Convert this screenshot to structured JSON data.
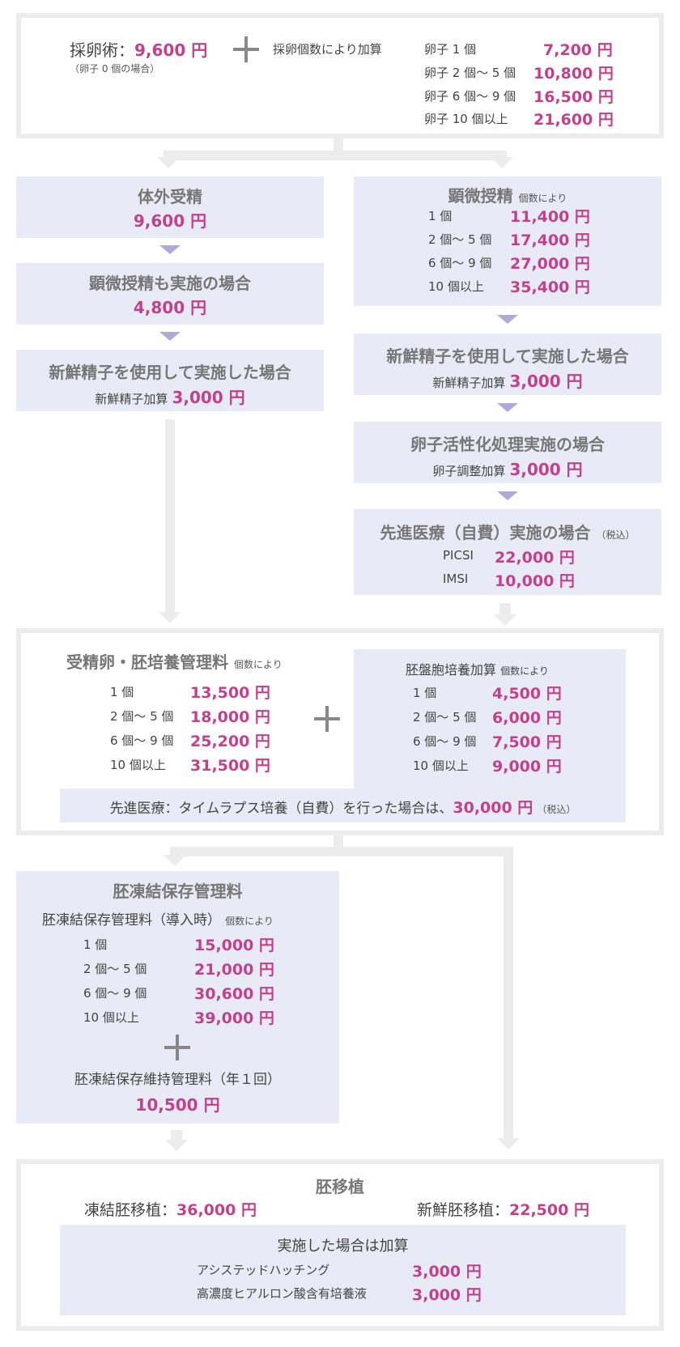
{
  "retrieval": {
    "label": "採卵術：",
    "price": "9,600 円",
    "note": "（卵子 0 個の場合）",
    "add_label": "採卵個数により加算",
    "rows": [
      {
        "label": "卵子 1 個",
        "price": "7,200 円"
      },
      {
        "label": "卵子 2 個～ 5 個",
        "price": "10,800 円"
      },
      {
        "label": "卵子 6 個～ 9 個",
        "price": "16,500 円"
      },
      {
        "label": "卵子 10 個以上",
        "price": "21,600 円"
      }
    ]
  },
  "ivf": {
    "title": "体外受精",
    "price": "9,600 円"
  },
  "ivf_icsi": {
    "title": "顕微授精も実施の場合",
    "price": "4,800 円"
  },
  "ivf_fresh": {
    "title": "新鮮精子を使用して実施した場合",
    "label": "新鮮精子加算",
    "price": "3,000 円"
  },
  "icsi": {
    "title": "顕微授精",
    "note": "個数により",
    "rows": [
      {
        "label": "1 個",
        "price": "11,400 円"
      },
      {
        "label": "2 個～ 5 個",
        "price": "17,400 円"
      },
      {
        "label": "6 個～ 9 個",
        "price": "27,000 円"
      },
      {
        "label": "10 個以上",
        "price": "35,400 円"
      }
    ]
  },
  "icsi_fresh": {
    "title": "新鮮精子を使用して実施した場合",
    "label": "新鮮精子加算",
    "price": "3,000 円"
  },
  "oocyte_activation": {
    "title": "卵子活性化処理実施の場合",
    "label": "卵子調整加算",
    "price": "3,000 円"
  },
  "advanced": {
    "title": "先進医療（自費）実施の場合",
    "note": "（税込）",
    "rows": [
      {
        "label": "PICSI",
        "price": "22,000 円"
      },
      {
        "label": "IMSI",
        "price": "10,000 円"
      }
    ]
  },
  "culture": {
    "title": "受精卵・胚培養管理料",
    "note": "個数により",
    "rows": [
      {
        "label": "1 個",
        "price": "13,500 円"
      },
      {
        "label": "2 個～ 5 個",
        "price": "18,000 円"
      },
      {
        "label": "6 個～ 9 個",
        "price": "25,200 円"
      },
      {
        "label": "10 個以上",
        "price": "31,500 円"
      }
    ]
  },
  "blastocyst": {
    "title": "胚盤胞培養加算",
    "note": "個数により",
    "rows": [
      {
        "label": "1 個",
        "price": "4,500 円"
      },
      {
        "label": "2 個～ 5 個",
        "price": "6,000 円"
      },
      {
        "label": "6 個～ 9 個",
        "price": "7,500 円"
      },
      {
        "label": "10 個以上",
        "price": "9,000 円"
      }
    ]
  },
  "timelapse": {
    "label": "先進医療：タイムラプス培養（自費）を行った場合は、",
    "price": "30,000 円",
    "note": "（税込）"
  },
  "freeze": {
    "title": "胚凍結保存管理料",
    "subtitle": "胚凍結保存管理料（導入時）",
    "note": "個数により",
    "rows": [
      {
        "label": "1 個",
        "price": "15,000 円"
      },
      {
        "label": "2 個～ 5 個",
        "price": "21,000 円"
      },
      {
        "label": "6 個～ 9 個",
        "price": "30,600 円"
      },
      {
        "label": "10 個以上",
        "price": "39,000 円"
      }
    ],
    "maintenance_label": "胚凍結保存維持管理料（年１回）",
    "maintenance_price": "10,500 円"
  },
  "transfer": {
    "title": "胚移植",
    "frozen_label": "凍結胚移植：",
    "frozen_price": "36,000 円",
    "fresh_label": "新鮮胚移植：",
    "fresh_price": "22,500 円",
    "addon_title": "実施した場合は加算",
    "addons": [
      {
        "label": "アシステッドハッチング",
        "price": "3,000 円"
      },
      {
        "label": "高濃度ヒアルロン酸含有培養液",
        "price": "3,000 円"
      }
    ]
  }
}
